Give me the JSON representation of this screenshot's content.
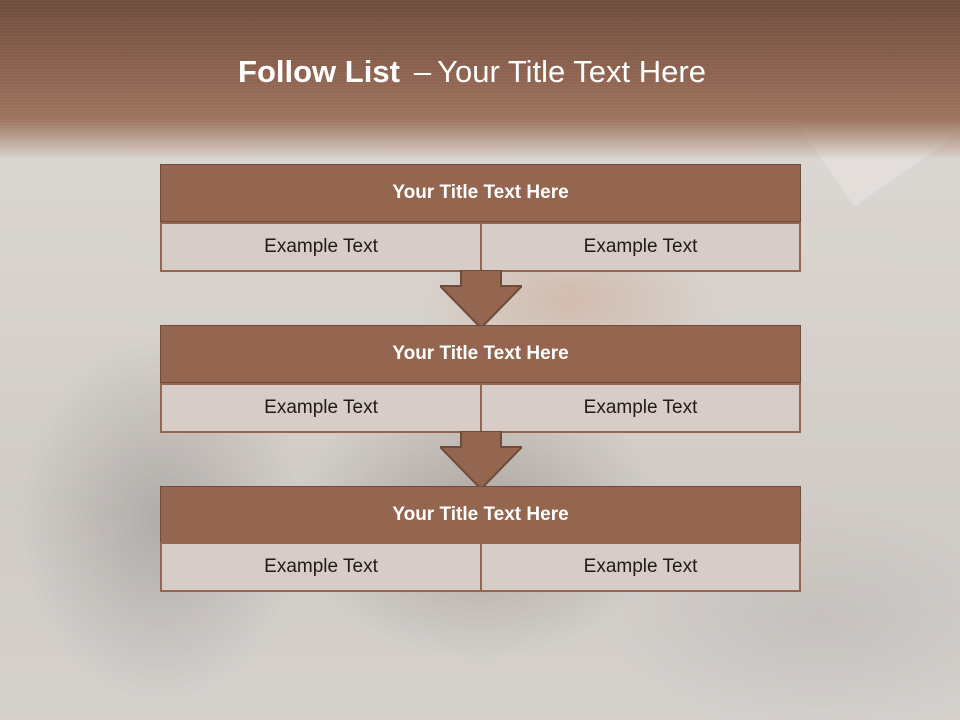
{
  "slide": {
    "title_bold": "Follow List",
    "title_separator": "–",
    "title_rest": "Your Title Text Here"
  },
  "blocks": [
    {
      "title": "Your Title Text Here",
      "cells": [
        "Example Text",
        "Example Text"
      ]
    },
    {
      "title": "Your Title Text Here",
      "cells": [
        "Example Text",
        "Example Text"
      ]
    },
    {
      "title": "Your Title Text Here",
      "cells": [
        "Example Text",
        "Example Text"
      ]
    }
  ],
  "colors": {
    "header_band": "#8d6350",
    "box_title_fill": "#946650",
    "cell_fill": "#d7ccc8",
    "arrow_fill": "#946650"
  },
  "icons": [
    "down-arrow-icon",
    "down-arrow-icon"
  ]
}
